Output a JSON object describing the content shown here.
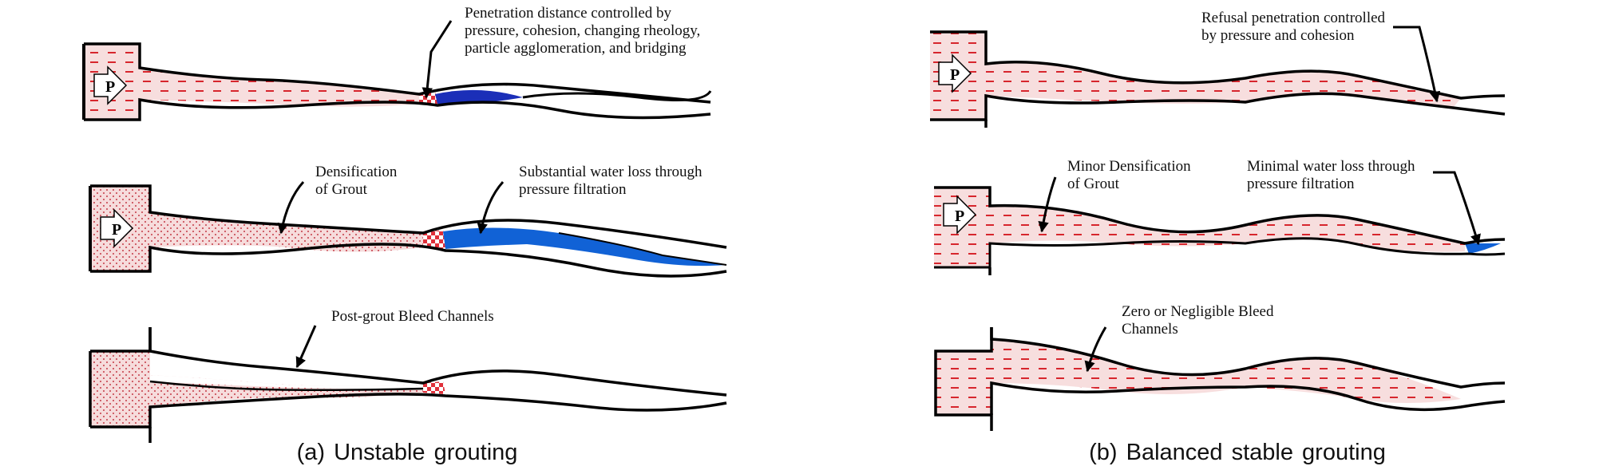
{
  "colors": {
    "grout_fill": "#f7dede",
    "grout_dash": "#d7262d",
    "water_dark": "#1b2fb8",
    "water_light": "#1162d6",
    "outline": "#000000"
  },
  "icons": [
    "pressure-arrow-icon"
  ],
  "panel_a": {
    "caption": "(a) Unstable grouting",
    "pressure_label": "P",
    "annotations": {
      "penetration": "Penetration distance controlled by\npressure, cohesion, changing rheology,\nparticle agglomeration, and bridging",
      "densification": "Densification\nof Grout",
      "water_loss": "Substantial water loss through\npressure filtration",
      "bleed": "Post-grout Bleed Channels"
    }
  },
  "panel_b": {
    "caption": "(b) Balanced stable grouting",
    "pressure_label": "P",
    "annotations": {
      "refusal": "Refusal penetration controlled\nby pressure and cohesion",
      "densification": "Minor Densification\nof Grout",
      "water_loss": "Minimal water loss through\npressure filtration",
      "bleed": "Zero or Negligible Bleed\nChannels"
    }
  }
}
